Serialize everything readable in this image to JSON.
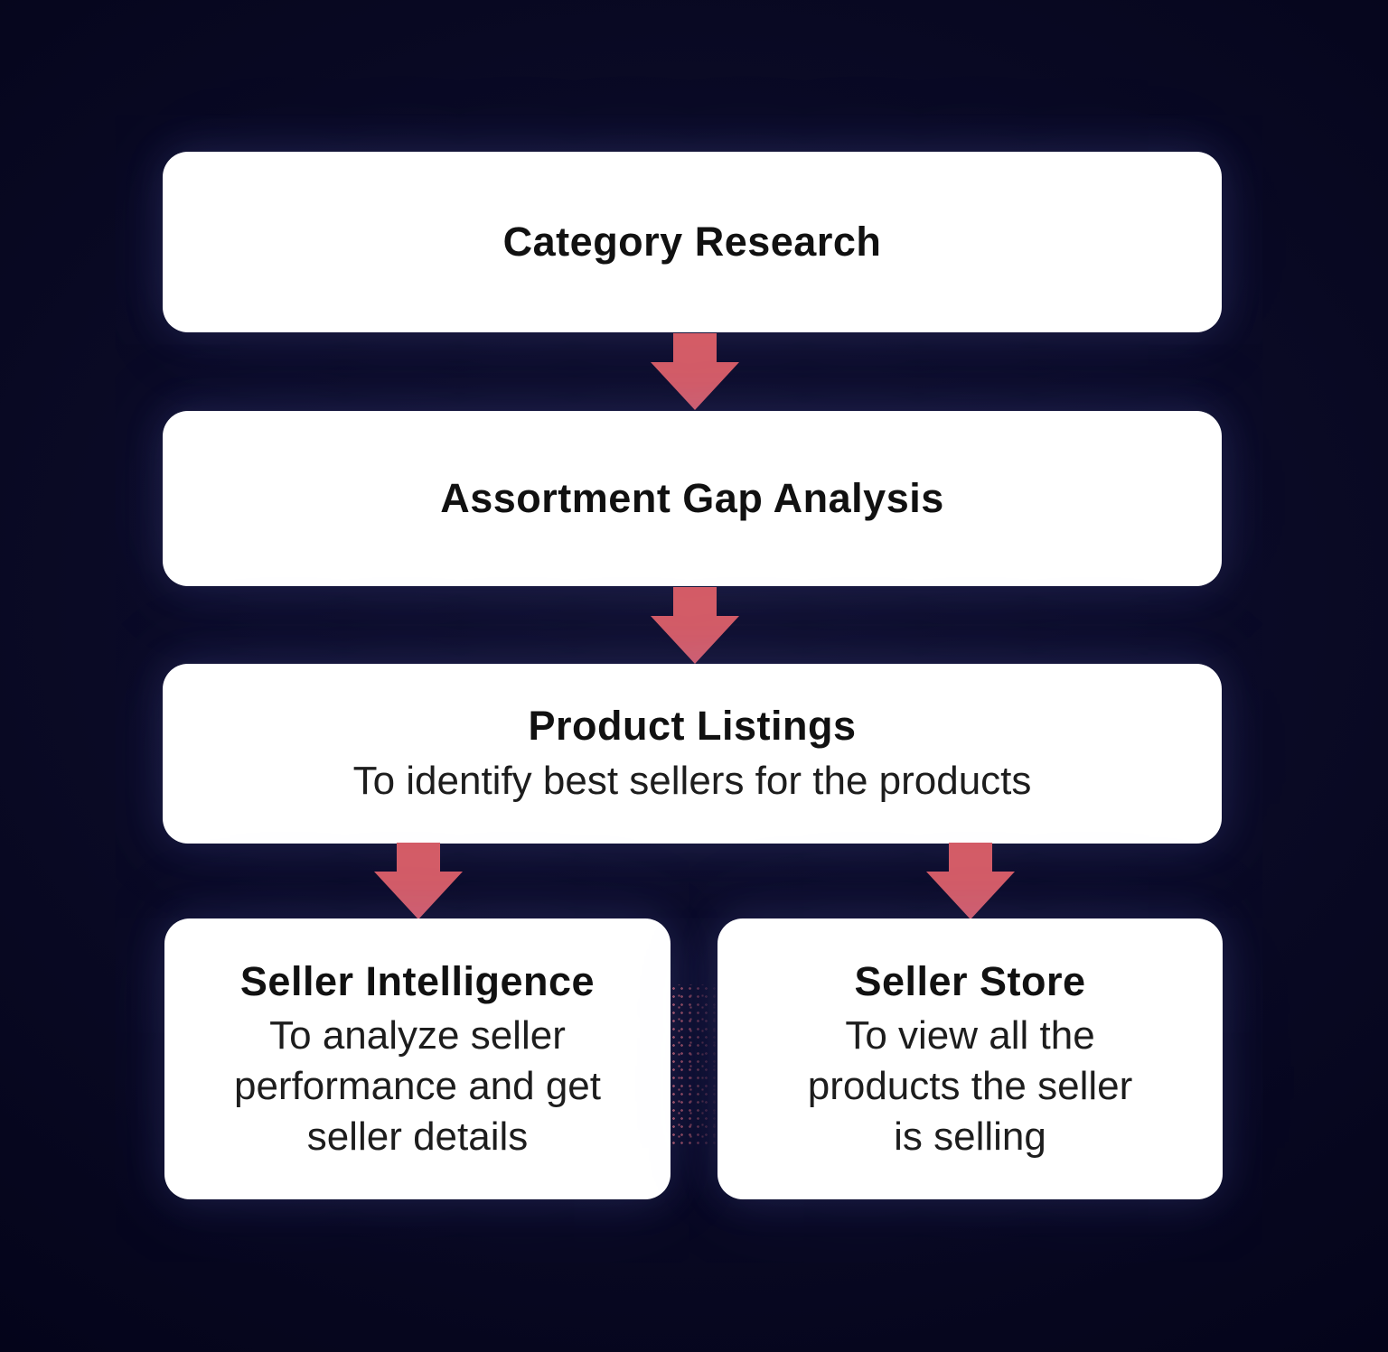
{
  "colors": {
    "background_center": "#10102e",
    "background_edge": "#04041a",
    "node_background": "#ffffff",
    "node_title_text": "#111111",
    "node_body_text": "#1d1d1d",
    "arrow": "#d45c66",
    "dots": "#c9606c"
  },
  "flowchart": {
    "nodes": [
      {
        "id": "category-research",
        "title": "Category Research",
        "description": ""
      },
      {
        "id": "assortment-gap-analysis",
        "title": "Assortment Gap Analysis",
        "description": ""
      },
      {
        "id": "product-listings",
        "title": "Product Listings",
        "description": "To identify best sellers for the products"
      },
      {
        "id": "seller-intelligence",
        "title": "Seller Intelligence",
        "description": "To analyze seller\nperformance and get\nseller details"
      },
      {
        "id": "seller-store",
        "title": "Seller Store",
        "description": "To view all the\nproducts the seller\nis selling"
      }
    ],
    "connections": [
      {
        "from": "category-research",
        "to": "assortment-gap-analysis"
      },
      {
        "from": "assortment-gap-analysis",
        "to": "product-listings"
      },
      {
        "from": "product-listings",
        "to": "seller-intelligence"
      },
      {
        "from": "product-listings",
        "to": "seller-store"
      }
    ]
  }
}
